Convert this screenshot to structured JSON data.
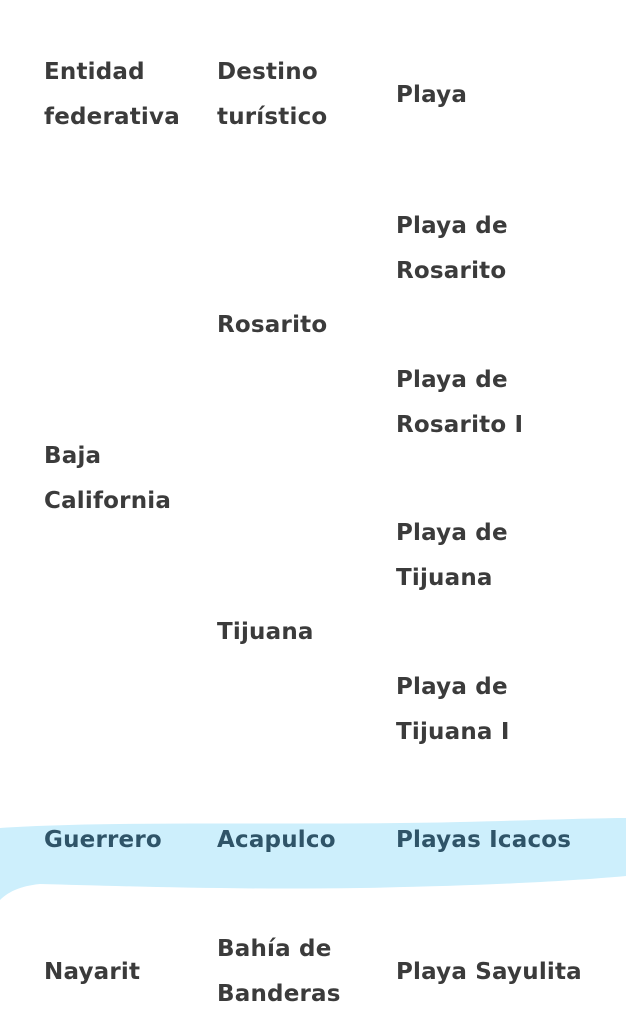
{
  "table": {
    "headers": {
      "col1_line1": "Entidad",
      "col1_line2": "federativa",
      "col2_line1": "Destino",
      "col2_line2": "turístico",
      "col3": "Playa"
    },
    "baja_california": {
      "state_line1": "Baja",
      "state_line2": "California",
      "rosarito": {
        "destination": "Rosarito",
        "beach1_line1": "Playa de",
        "beach1_line2": "Rosarito",
        "beach2_line1": "Playa de",
        "beach2_line2": "Rosarito I"
      },
      "tijuana": {
        "destination": "Tijuana",
        "beach1_line1": "Playa de",
        "beach1_line2": "Tijuana",
        "beach2_line1": "Playa de",
        "beach2_line2": "Tijuana I"
      }
    },
    "guerrero": {
      "state": "Guerrero",
      "destination": "Acapulco",
      "beach": "Playas Icacos"
    },
    "nayarit": {
      "state": "Nayarit",
      "destination_line1": "Bahía de",
      "destination_line2": "Banderas",
      "beach": "Playa Sayulita"
    }
  },
  "colors": {
    "text": "#3b3b3b",
    "highlight": "#cdeffc",
    "highlight_text": "#2f5468"
  }
}
